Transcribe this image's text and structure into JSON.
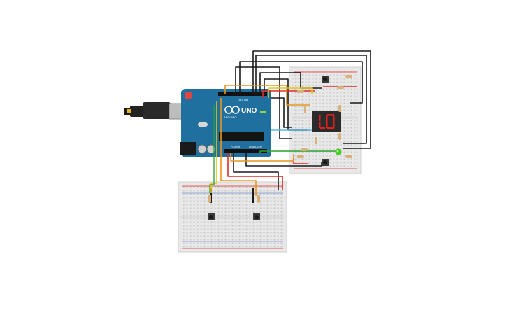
{
  "board": {
    "logo_text": "UNO",
    "brand_text": "ARDUINO",
    "digital_label": "DIGITAL",
    "power_label": "POWER",
    "analog_label": "ANALOG IN",
    "color": "#1f6f9f"
  },
  "display": {
    "digits": "L0",
    "segment_color": "#e02020",
    "body_color": "#2b2b2b"
  },
  "led": {
    "color": "#44cc22"
  },
  "wire_colors": {
    "black": "#1a1a1a",
    "red": "#e02a2a",
    "orange": "#e8961e",
    "yellow": "#e6c619",
    "green": "#2aa02a",
    "blue": "#5fb8e8"
  }
}
